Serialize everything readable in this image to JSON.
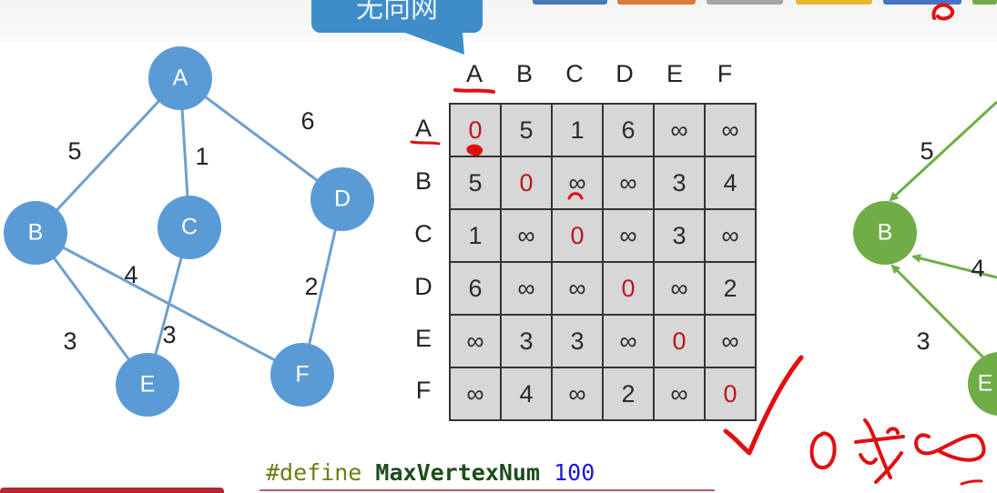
{
  "callout_text": "无向网",
  "graph_left": {
    "nodes": [
      {
        "id": "A",
        "label": "A"
      },
      {
        "id": "B",
        "label": "B"
      },
      {
        "id": "C",
        "label": "C"
      },
      {
        "id": "D",
        "label": "D"
      },
      {
        "id": "E",
        "label": "E"
      },
      {
        "id": "F",
        "label": "F"
      }
    ],
    "edges": [
      {
        "from": "A",
        "to": "B",
        "weight": "5"
      },
      {
        "from": "A",
        "to": "C",
        "weight": "1"
      },
      {
        "from": "A",
        "to": "D",
        "weight": "6"
      },
      {
        "from": "B",
        "to": "E",
        "weight": "3"
      },
      {
        "from": "B",
        "to": "F",
        "weight": "4"
      },
      {
        "from": "C",
        "to": "E",
        "weight": "3"
      },
      {
        "from": "D",
        "to": "F",
        "weight": "2"
      }
    ]
  },
  "matrix": {
    "col_headers": [
      "A",
      "B",
      "C",
      "D",
      "E",
      "F"
    ],
    "row_headers": [
      "A",
      "B",
      "C",
      "D",
      "E",
      "F"
    ],
    "rows": [
      [
        "0",
        "5",
        "1",
        "6",
        "∞",
        "∞"
      ],
      [
        "5",
        "0",
        "∞",
        "∞",
        "3",
        "4"
      ],
      [
        "1",
        "∞",
        "0",
        "∞",
        "3",
        "∞"
      ],
      [
        "6",
        "∞",
        "∞",
        "0",
        "∞",
        "2"
      ],
      [
        "∞",
        "3",
        "3",
        "∞",
        "0",
        "∞"
      ],
      [
        "∞",
        "4",
        "∞",
        "2",
        "∞",
        "0"
      ]
    ]
  },
  "graph_right": {
    "node_labels": [
      "B",
      "E"
    ],
    "weights": [
      "5",
      "4",
      "3"
    ]
  },
  "code": {
    "keyword": "#define",
    "identifier": "MaxVertexNum",
    "value": "100"
  },
  "handwriting": {
    "note": "0 或 ∞"
  },
  "colors": {
    "node_blue": "#5b9bd5",
    "edge_blue": "#6e9fcf",
    "node_green": "#70ad47",
    "annotation_red": "#e01010",
    "diagonal_red": "#c0141c"
  }
}
